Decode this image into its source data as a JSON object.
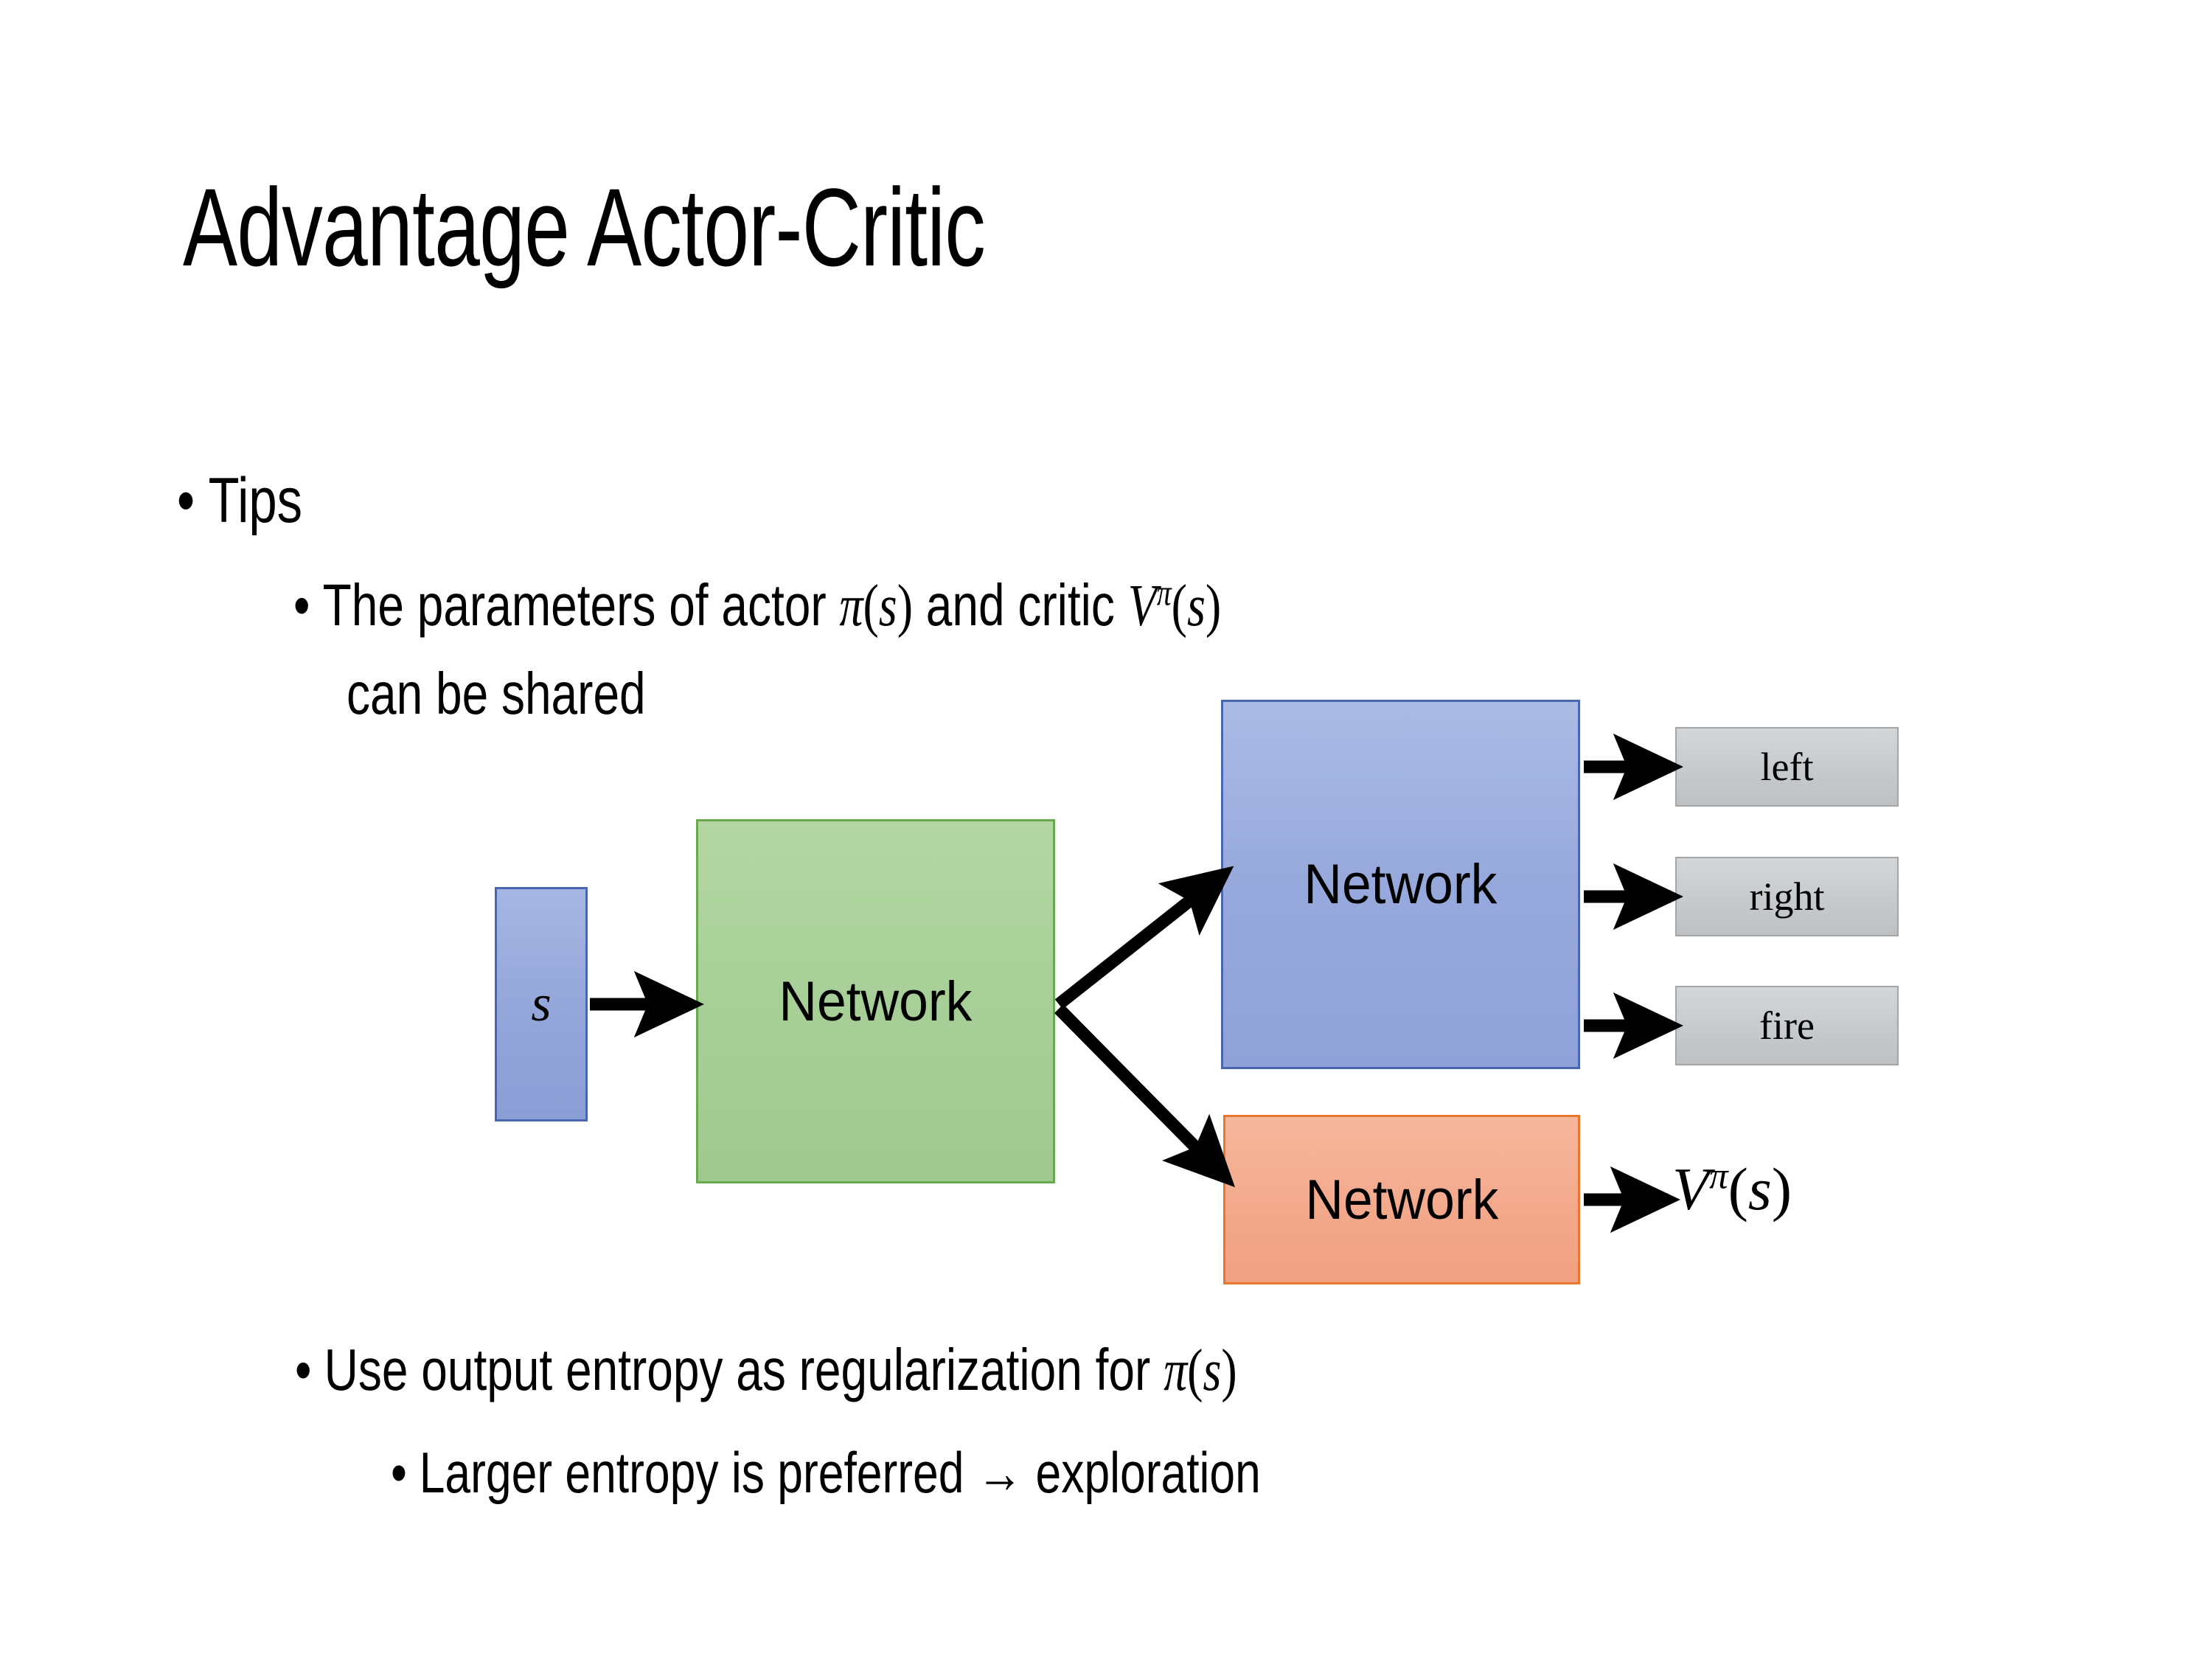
{
  "slide": {
    "title": "Advantage Actor-Critic",
    "background_color": "#ffffff",
    "text_color": "#000000"
  },
  "bullets": {
    "tips": {
      "level": 1,
      "text": "Tips"
    },
    "shared_params": {
      "level": 2,
      "line1_pre": "The parameters of actor ",
      "math_actor_pi": "π",
      "math_actor_args": "(s)",
      "line1_mid": "  and critic ",
      "math_critic_v": "V",
      "math_critic_sup": "π",
      "math_critic_args": "(s)",
      "line2": "can be shared",
      "full_text": "The parameters of actor π(s)  and critic Vπ(s) can be shared"
    },
    "entropy": {
      "level": 2,
      "text_pre": "Use output entropy as regularization for ",
      "math_pi": "π",
      "math_args": "(s)",
      "full_text": "Use output entropy as regularization for π(s)"
    },
    "larger_entropy": {
      "level": 3,
      "text": "Larger entropy is preferred → exploration"
    }
  },
  "diagram": {
    "input_box": {
      "label": "s",
      "fill": "#96a8dc",
      "border": "#4a66b0"
    },
    "shared_network": {
      "label": "Network",
      "fill": "#a8cf98",
      "border": "#6aa84f"
    },
    "actor_network": {
      "label": "Network",
      "fill": "#97a9dc",
      "border": "#4a66b0"
    },
    "critic_network": {
      "label": "Network",
      "fill": "#f3a98c",
      "border": "#e8762c"
    },
    "actions": [
      {
        "label": "left",
        "fill": "#c8cbcd",
        "border": "#a6a6a6"
      },
      {
        "label": "right",
        "fill": "#c8cbcd",
        "border": "#a6a6a6"
      },
      {
        "label": "fire",
        "fill": "#c8cbcd",
        "border": "#a6a6a6"
      }
    ],
    "critic_output": {
      "symbol": "V",
      "superscript": "π",
      "args": "(s)",
      "full_text": "Vπ(s)"
    },
    "arrow_color": "#000000"
  }
}
